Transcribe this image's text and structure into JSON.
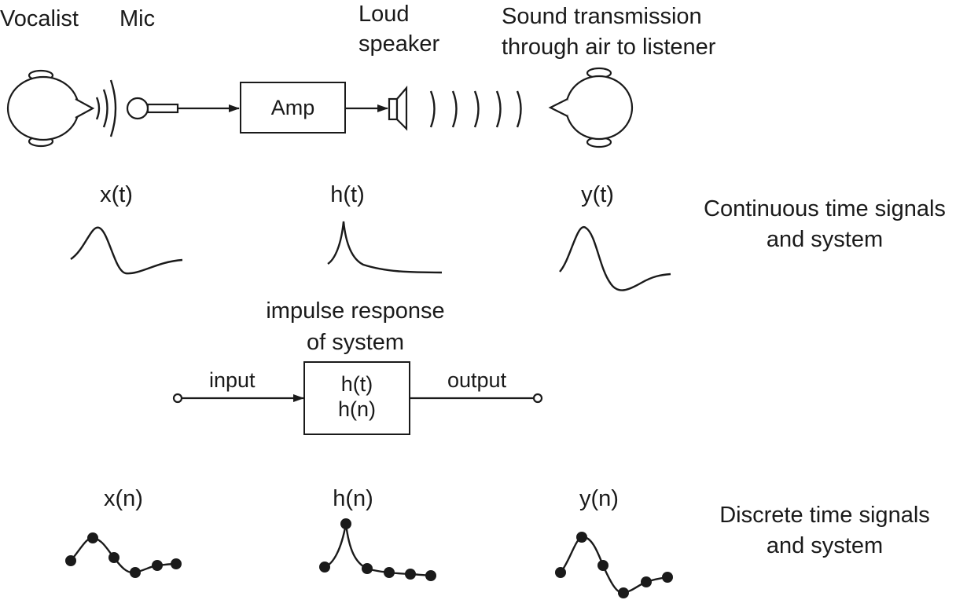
{
  "top_chain": {
    "vocalist_label": "Vocalist",
    "mic_label": "Mic",
    "speaker_label_line1": "Loud",
    "speaker_label_line2": "speaker",
    "transmission_line1": "Sound transmission",
    "transmission_line2": "through air to listener",
    "amp_label": "Amp"
  },
  "continuous": {
    "x_label": "x(t)",
    "h_label": "h(t)",
    "y_label": "y(t)",
    "caption_line1": "Continuous time signals",
    "caption_line2": "and system"
  },
  "system_block": {
    "title_line1": "impulse response",
    "title_line2": "of system",
    "input_label": "input",
    "output_label": "output",
    "box_line1": "h(t)",
    "box_line2": "h(n)"
  },
  "discrete": {
    "x_label": "x(n)",
    "h_label": "h(n)",
    "y_label": "y(n)",
    "caption_line1": "Discrete time signals",
    "caption_line2": "and system"
  },
  "colors": {
    "ink": "#1a1a1a",
    "background": "#ffffff"
  }
}
